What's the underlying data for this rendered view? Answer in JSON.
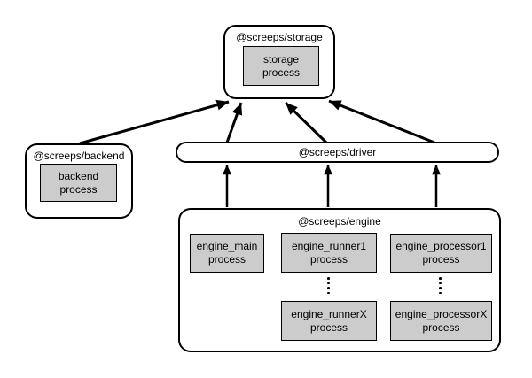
{
  "diagram": {
    "storage": {
      "label": "@screeps/storage",
      "process": "storage\nprocess"
    },
    "backend": {
      "label": "@screeps/backend",
      "process": "backend\nprocess"
    },
    "driver": {
      "label": "@screeps/driver"
    },
    "engine": {
      "label": "@screeps/engine",
      "processes": {
        "main": "engine_main\nprocess",
        "runner1": "engine_runner1\nprocess",
        "processor1": "engine_processor1\nprocess",
        "runnerX": "engine_runnerX\nprocess",
        "processorX": "engine_processorX\nprocess"
      }
    },
    "edges": [
      {
        "from": "backend",
        "to": "storage"
      },
      {
        "from": "driver",
        "to": "storage"
      },
      {
        "from": "driver",
        "to": "storage"
      },
      {
        "from": "driver",
        "to": "storage"
      },
      {
        "from": "engine",
        "to": "driver"
      },
      {
        "from": "engine",
        "to": "driver"
      },
      {
        "from": "engine",
        "to": "driver"
      }
    ],
    "colors": {
      "process_fill": "#cccccc",
      "stroke": "#000000",
      "background": "#ffffff"
    }
  }
}
